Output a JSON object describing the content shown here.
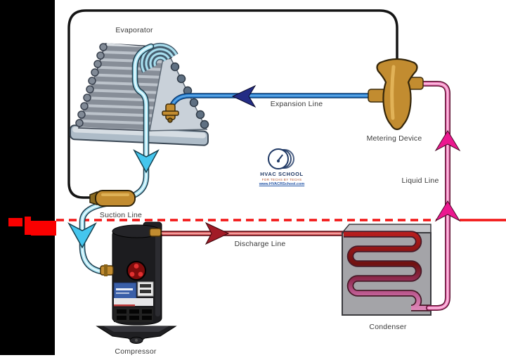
{
  "scene": {
    "type": "refrigeration-cycle-diagram"
  },
  "labels": {
    "evaporator": "Evaporator",
    "metering_device": "Metering Device",
    "expansion_line": "Expansion Line",
    "liquid_line": "Liquid Line",
    "suction_line": "Suction Line",
    "discharge_line": "Discharge Line",
    "condenser": "Condenser",
    "compressor": "Compressor"
  },
  "logo": {
    "name": "HVAC SCHOOL",
    "tagline": "FOR TECHS BY TECHS",
    "website": "www.HVACRSchool.com"
  },
  "colors": {
    "suction-line": "#A6E2F2",
    "suction-arrow": "#45C6EE",
    "expansion-line": "#2E86D8",
    "expansion-arrow": "#232C85",
    "discharge-line": "#E26262",
    "discharge-arrow": "#A11B26",
    "liquid-line": "#F07FBE",
    "liquid-arrow": "#EC1890",
    "boundary-dash": "#F21515",
    "brass-gold": "#C28C30",
    "marker-red": "#FA0000",
    "coil-hot": "#C32020",
    "coil-cool": "#E591C0",
    "logo-navy": "#1F3864"
  }
}
